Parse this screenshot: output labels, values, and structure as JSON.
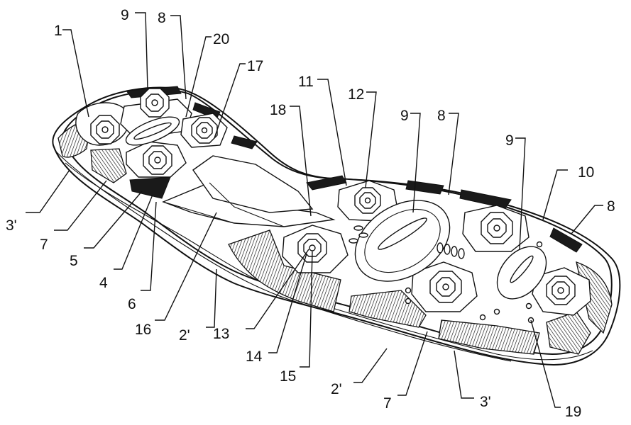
{
  "labels": [
    {
      "id": "1",
      "text": "1"
    },
    {
      "id": "9a",
      "text": "9"
    },
    {
      "id": "8a",
      "text": "8"
    },
    {
      "id": "20",
      "text": "20"
    },
    {
      "id": "17",
      "text": "17"
    },
    {
      "id": "11",
      "text": "11"
    },
    {
      "id": "12",
      "text": "12"
    },
    {
      "id": "18",
      "text": "18"
    },
    {
      "id": "9b",
      "text": "9"
    },
    {
      "id": "8b",
      "text": "8"
    },
    {
      "id": "9c",
      "text": "9"
    },
    {
      "id": "10",
      "text": "10"
    },
    {
      "id": "8c",
      "text": "8"
    },
    {
      "id": "3a",
      "text": "3'"
    },
    {
      "id": "7a",
      "text": "7"
    },
    {
      "id": "5",
      "text": "5"
    },
    {
      "id": "4",
      "text": "4"
    },
    {
      "id": "6",
      "text": "6"
    },
    {
      "id": "16",
      "text": "16"
    },
    {
      "id": "2a",
      "text": "2'"
    },
    {
      "id": "13",
      "text": "13"
    },
    {
      "id": "14",
      "text": "14"
    },
    {
      "id": "15",
      "text": "15"
    },
    {
      "id": "2b",
      "text": "2'"
    },
    {
      "id": "7b",
      "text": "7"
    },
    {
      "id": "3b",
      "text": "3'"
    },
    {
      "id": "19",
      "text": "19"
    }
  ]
}
